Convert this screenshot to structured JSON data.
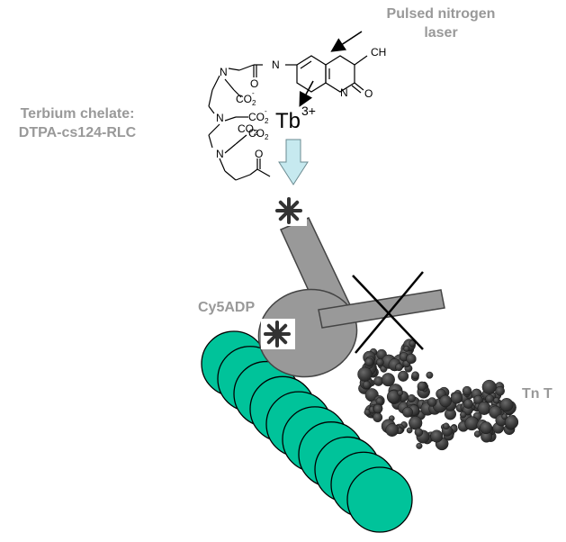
{
  "labels": {
    "laser_line1": "Pulsed  nitrogen",
    "laser_line2": "laser",
    "chelate_line1": "Terbium chelate:",
    "chelate_line2": "DTPA-cs124-RLC",
    "cy5": "Cy5ADP",
    "tnt": "Tn T"
  },
  "chem": {
    "ch": "CH",
    "n_amide": "N",
    "n_ring": "N",
    "o_ring": "O",
    "o_amide": "O",
    "co2_a": "CO",
    "co2_b": "CO",
    "co2_c": "CO",
    "co2_d": "CO",
    "n1": "N",
    "n2": "N",
    "n3": "N",
    "o_end": "O",
    "sub2": "2",
    "sup_minus": "-"
  },
  "ion": {
    "symbol": "Tb",
    "charge": "3+"
  },
  "colors": {
    "filament": "#00c39a",
    "myosin": "#999999",
    "label_gray": "#999999",
    "energy_arrow": "#c6e9ef",
    "tnt": "#3c3c3c"
  }
}
